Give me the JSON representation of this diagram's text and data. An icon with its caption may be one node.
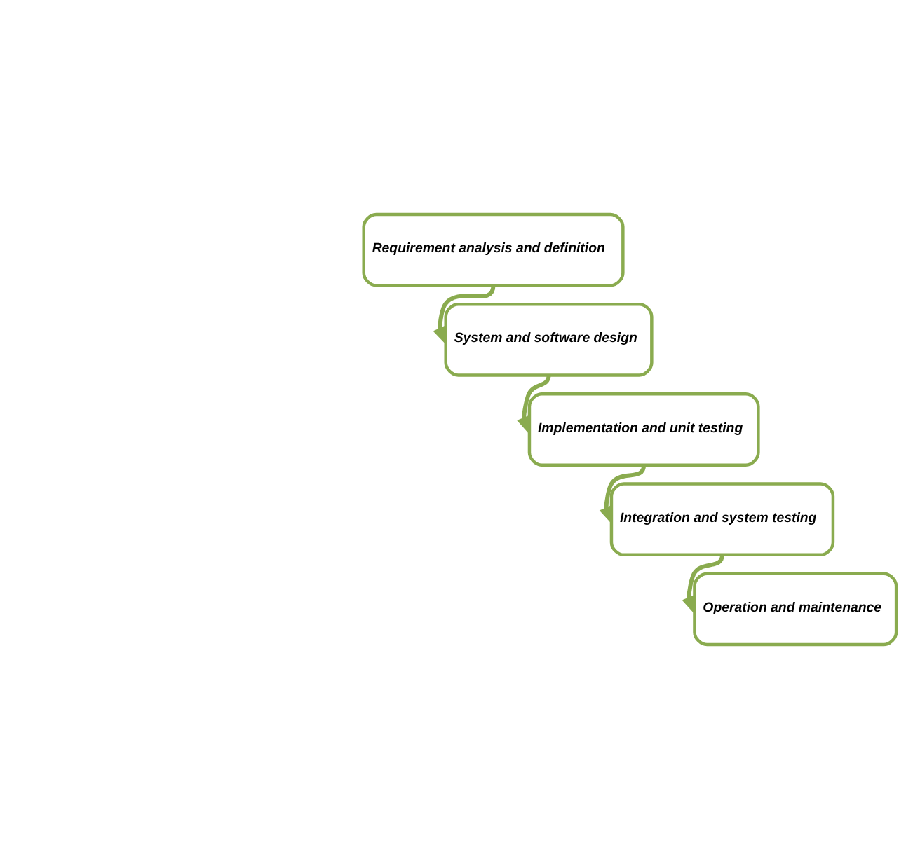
{
  "diagram": {
    "nodes": [
      {
        "text": [
          "Requirement analysis and definition"
        ]
      },
      {
        "text": [
          "System and software design"
        ]
      },
      {
        "text": [
          "Implementation and unit testing"
        ]
      },
      {
        "text": [
          "Integration and system testing"
        ]
      },
      {
        "text": [
          "Operation and maintenance"
        ]
      }
    ],
    "edges": [
      {
        "from": 0,
        "to": 1,
        "arrow": "to"
      },
      {
        "from": 1,
        "to": 2,
        "arrow": "to"
      },
      {
        "from": 2,
        "to": 3,
        "arrow": "to"
      },
      {
        "from": 3,
        "to": 4,
        "arrow": "to"
      }
    ]
  }
}
